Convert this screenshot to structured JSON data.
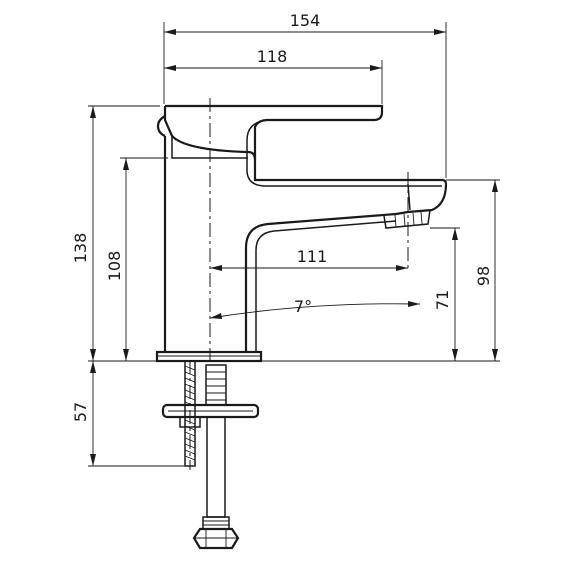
{
  "dimensions": {
    "overall_width": "154",
    "handle_length": "118",
    "spout_reach": "111",
    "spout_angle": "7°",
    "total_height": "138",
    "body_height": "108",
    "outlet_height": "71",
    "spout_top_height": "98",
    "below_deck": "57"
  }
}
